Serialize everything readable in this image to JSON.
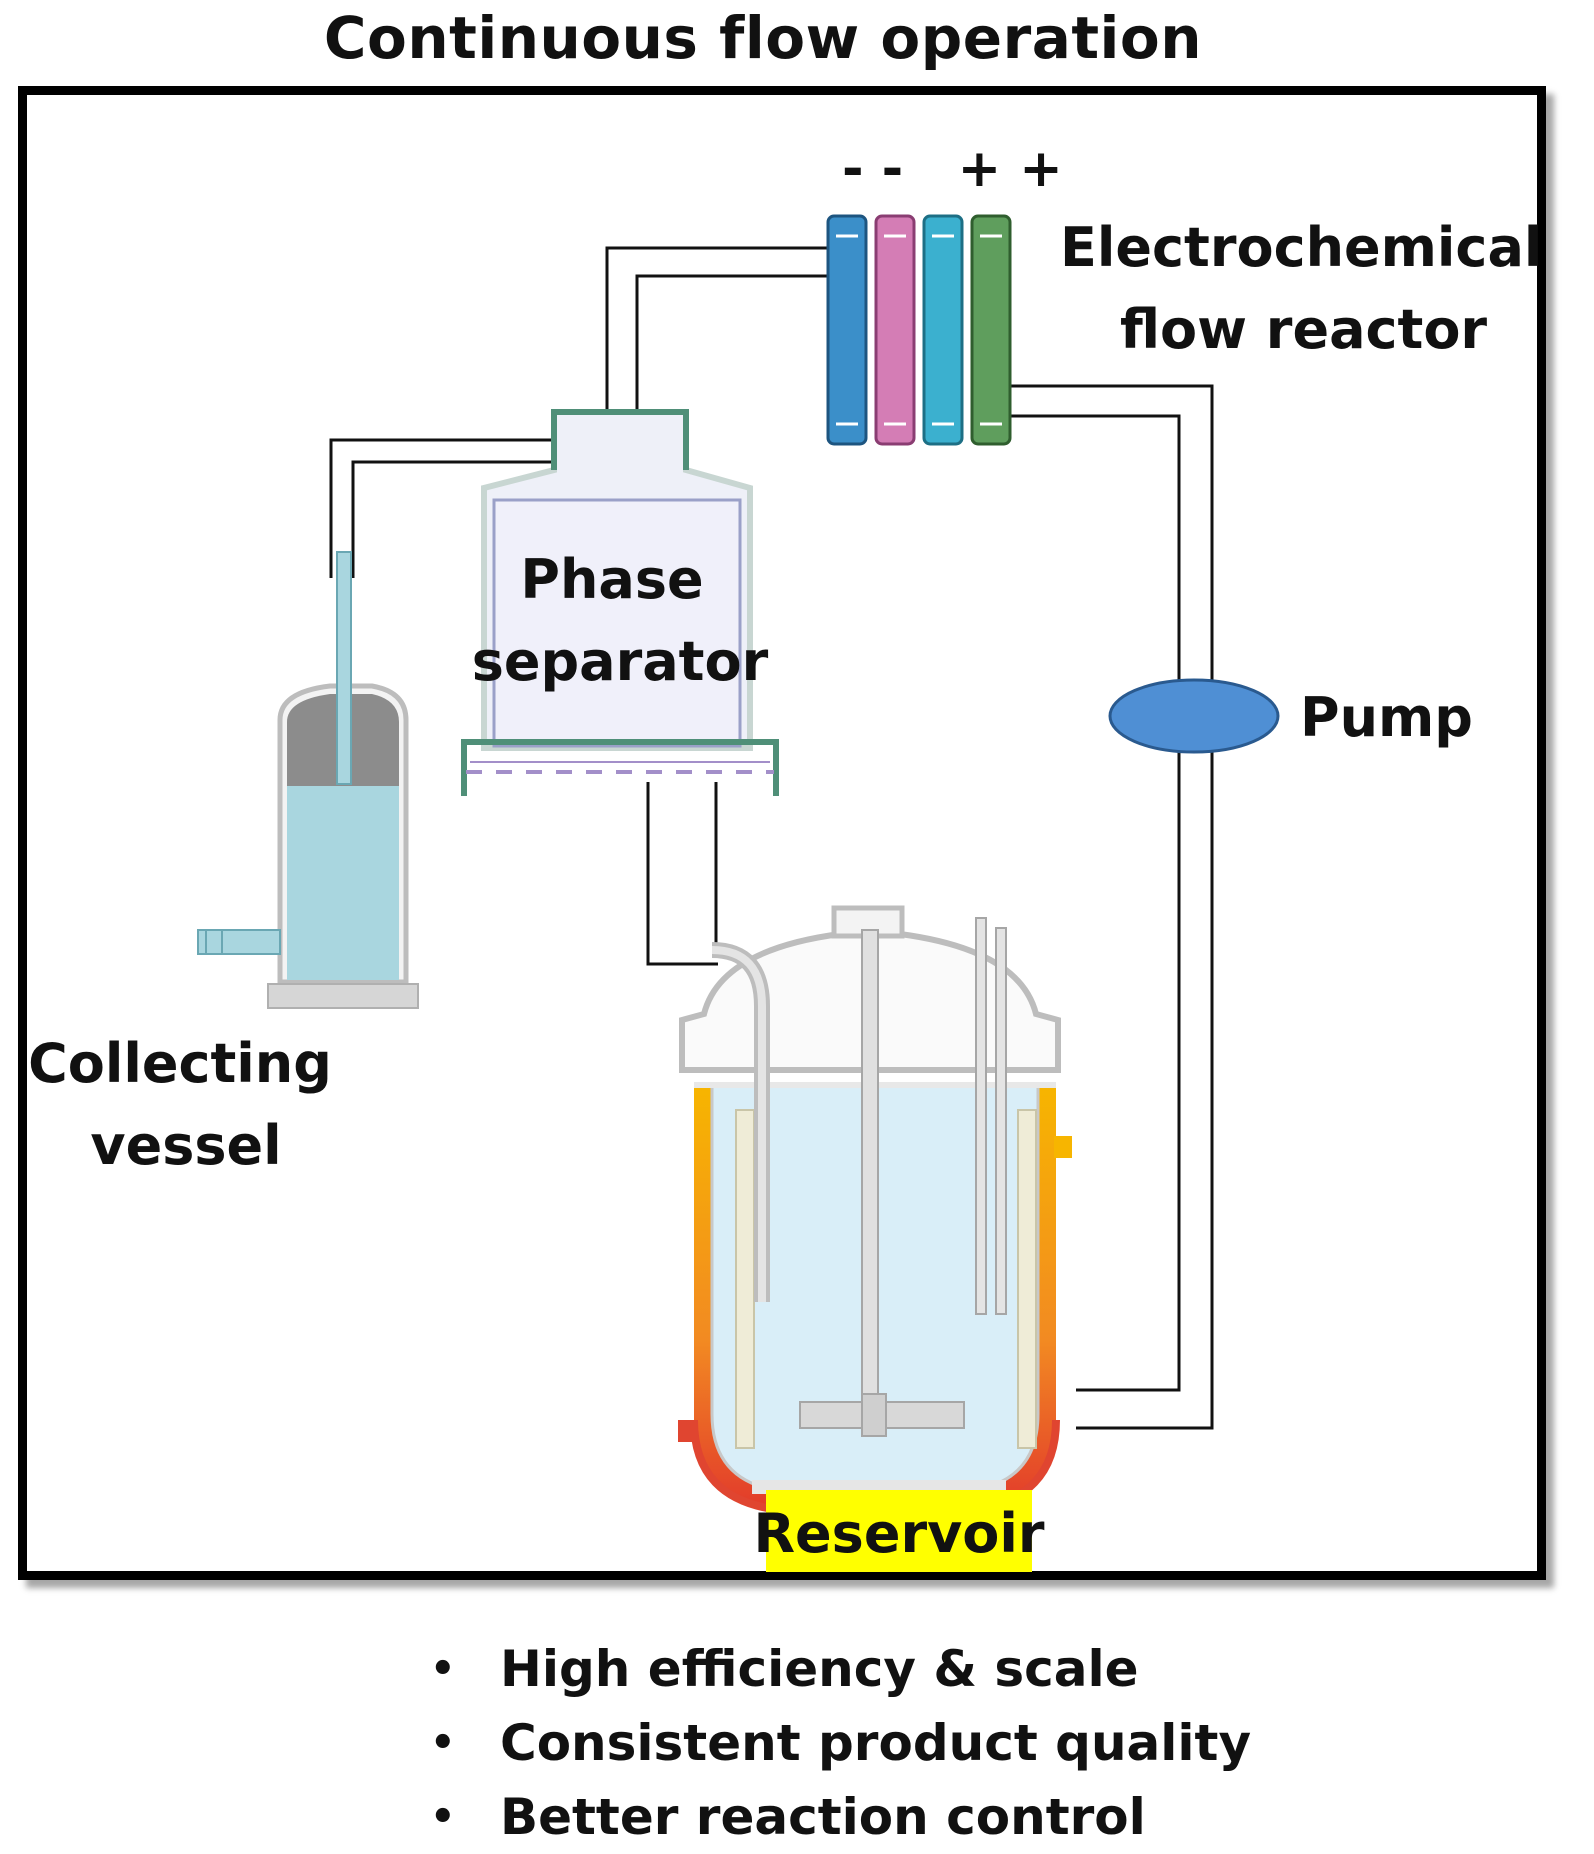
{
  "title": "Continuous flow operation",
  "labels": {
    "electrode_signs": "- -   + +",
    "reactor_line1": "Electrochemical",
    "reactor_line2": "flow reactor",
    "separator_line1": "Phase",
    "separator_line2": "separator",
    "pump": "Pump",
    "collecting_line1": "Collecting",
    "collecting_line2": "vessel",
    "reservoir": "Reservoir"
  },
  "bullets": [
    "High efficiency & scale",
    "Consistent product quality",
    "Better reaction control"
  ],
  "colors": {
    "electrode_1": "#3b8fc9",
    "electrode_2": "#d47db5",
    "electrode_3": "#3bb0cf",
    "electrode_4": "#5f9e5d",
    "pump": "#4f8fd4",
    "reservoir_highlight": "#ffff00",
    "liquid": "#d9eef8",
    "collector_liquid": "#a9d6df"
  }
}
